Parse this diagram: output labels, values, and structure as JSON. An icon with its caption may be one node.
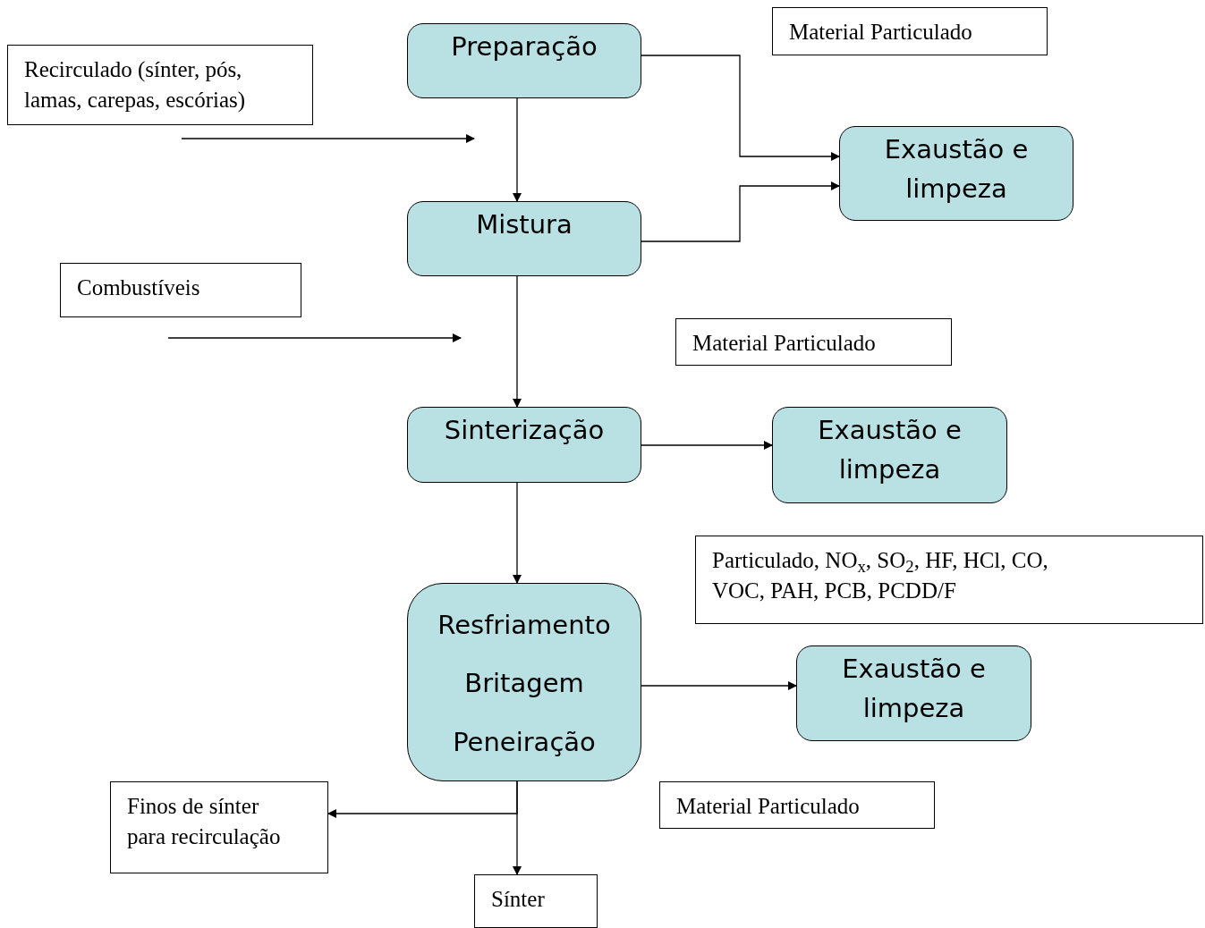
{
  "diagram": {
    "nodes": [
      {
        "text": [
          "Preparação"
        ]
      },
      {
        "text": [
          "Recirculado (sínter, pós, lamas, carepas, escórias)"
        ]
      },
      {
        "text": [
          "Mistura"
        ]
      },
      {
        "text": [
          "Material Particulado"
        ]
      },
      {
        "text": [
          "Exaustão e limpeza"
        ]
      },
      {
        "text": [
          "Combustíveis"
        ]
      },
      {
        "text": [
          "Material Particulado"
        ]
      },
      {
        "text": [
          "Sinterização"
        ]
      },
      {
        "text": [
          "Exaustão e limpeza"
        ]
      },
      {
        "text": [
          "Particulado, NO$_{x}$, SO$_{2}$, HF, HCl, CO, VOC, PAH, PCB, PCDD/F"
        ]
      },
      {
        "text": [
          "Resfriamento",
          "Britagem",
          "Peneiração"
        ]
      },
      {
        "text": [
          "Exaustão e limpeza"
        ]
      },
      {
        "text": [
          "Finos de sínter para recirculação"
        ]
      },
      {
        "text": [
          "Material Particulado"
        ]
      },
      {
        "text": [
          "Sínter"
        ]
      }
    ],
    "edges": [
      {
        "from": 0,
        "to": 2,
        "arrow": "to"
      },
      {
        "from": 0,
        "to": 4,
        "arrow": "to"
      },
      {
        "from": 2,
        "to": 4,
        "arrow": "to"
      },
      {
        "from": 1,
        "to": null,
        "arrow": "to"
      },
      {
        "from": 5,
        "to": null,
        "arrow": "to"
      },
      {
        "from": 2,
        "to": 7,
        "arrow": "to"
      },
      {
        "from": 7,
        "to": 8,
        "arrow": "to"
      },
      {
        "from": 7,
        "to": 10,
        "arrow": "to"
      },
      {
        "from": 10,
        "to": 11,
        "arrow": "to"
      },
      {
        "from": 10,
        "to": 12,
        "arrow": "to"
      },
      {
        "from": 10,
        "to": 14,
        "arrow": "to"
      }
    ]
  }
}
